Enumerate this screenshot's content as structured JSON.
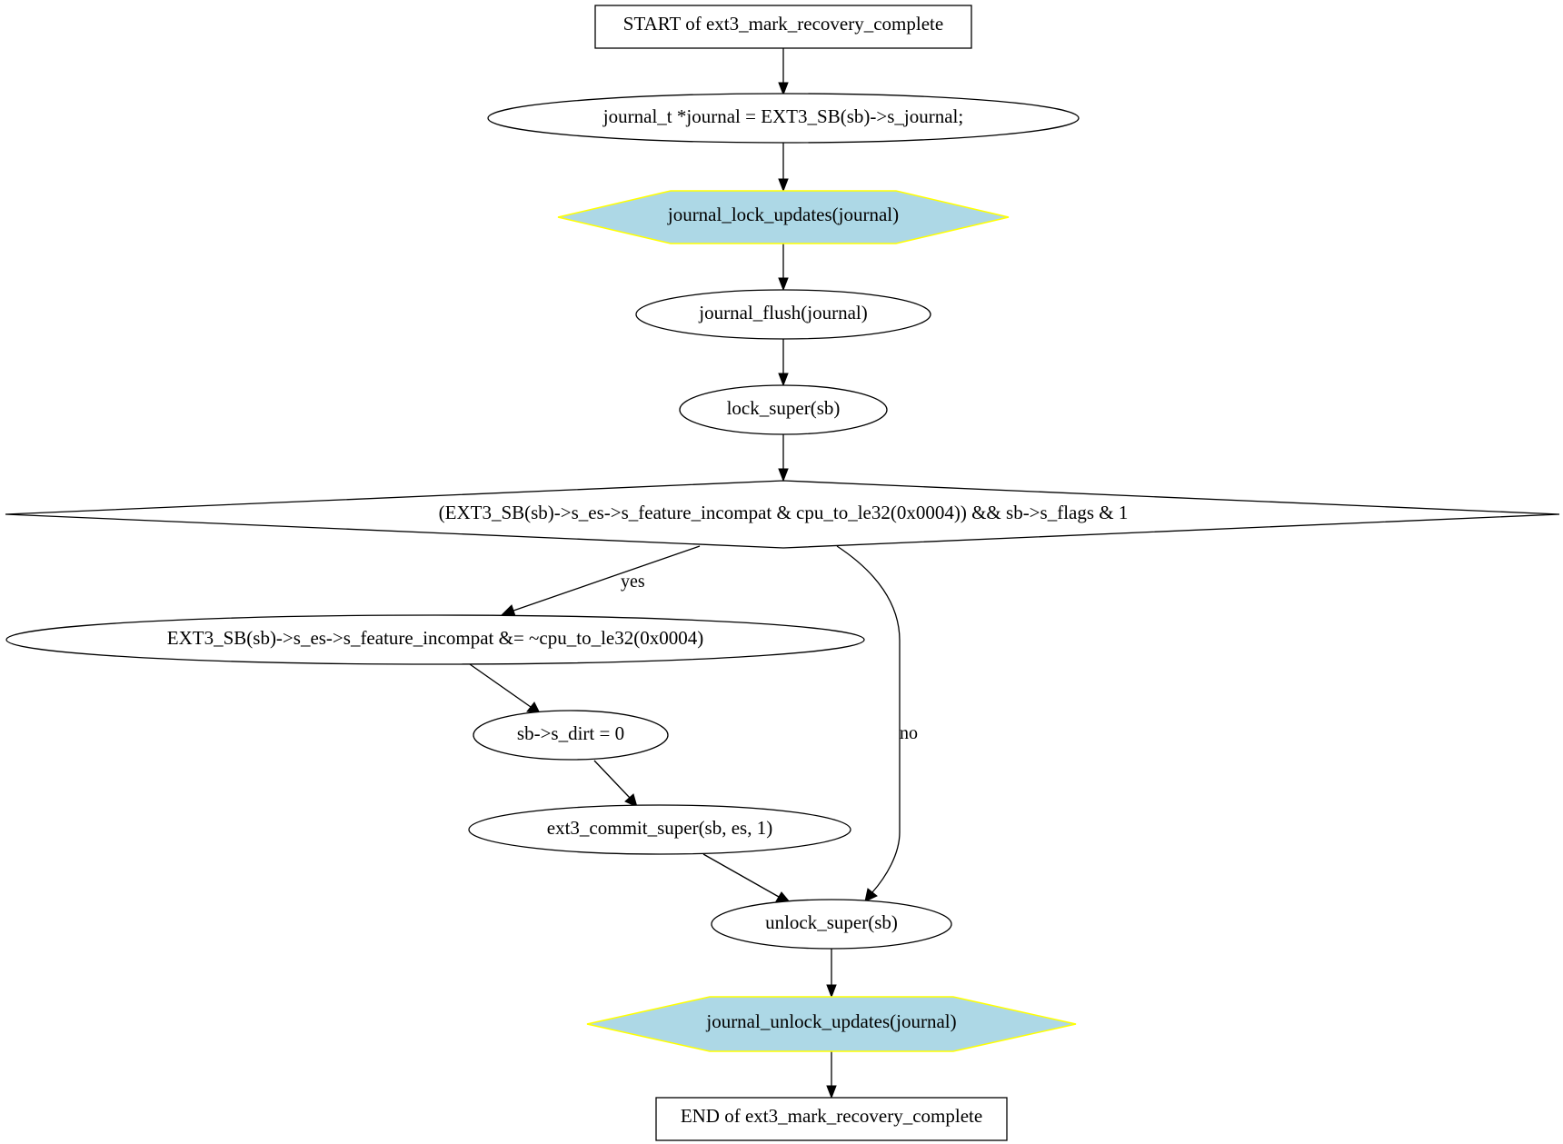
{
  "diagram": {
    "nodes": {
      "start": {
        "label": "START of ext3_mark_recovery_complete",
        "shape": "box"
      },
      "journal_decl": {
        "label": "journal_t *journal = EXT3_SB(sb)->s_journal;",
        "shape": "ellipse"
      },
      "lock_updates": {
        "label": "journal_lock_updates(journal)",
        "shape": "hexagon"
      },
      "flush": {
        "label": "journal_flush(journal)",
        "shape": "ellipse"
      },
      "lock_super": {
        "label": "lock_super(sb)",
        "shape": "ellipse"
      },
      "condition": {
        "label": "(EXT3_SB(sb)->s_es->s_feature_incompat & cpu_to_le32(0x0004)) && sb->s_flags & 1",
        "shape": "diamond"
      },
      "clear_feature": {
        "label": "EXT3_SB(sb)->s_es->s_feature_incompat &= ~cpu_to_le32(0x0004)",
        "shape": "ellipse"
      },
      "dirt": {
        "label": "sb->s_dirt = 0",
        "shape": "ellipse"
      },
      "commit": {
        "label": "ext3_commit_super(sb, es, 1)",
        "shape": "ellipse"
      },
      "unlock_super": {
        "label": "unlock_super(sb)",
        "shape": "ellipse"
      },
      "unlock_updates": {
        "label": "journal_unlock_updates(journal)",
        "shape": "hexagon"
      },
      "end": {
        "label": "END of ext3_mark_recovery_complete",
        "shape": "box"
      }
    },
    "edges": [
      {
        "from": "start",
        "to": "journal_decl",
        "label": ""
      },
      {
        "from": "journal_decl",
        "to": "lock_updates",
        "label": ""
      },
      {
        "from": "lock_updates",
        "to": "flush",
        "label": ""
      },
      {
        "from": "flush",
        "to": "lock_super",
        "label": ""
      },
      {
        "from": "lock_super",
        "to": "condition",
        "label": ""
      },
      {
        "from": "condition",
        "to": "clear_feature",
        "label": "yes"
      },
      {
        "from": "condition",
        "to": "unlock_super",
        "label": "no"
      },
      {
        "from": "clear_feature",
        "to": "dirt",
        "label": ""
      },
      {
        "from": "dirt",
        "to": "commit",
        "label": ""
      },
      {
        "from": "commit",
        "to": "unlock_super",
        "label": ""
      },
      {
        "from": "unlock_super",
        "to": "unlock_updates",
        "label": ""
      },
      {
        "from": "unlock_updates",
        "to": "end",
        "label": ""
      }
    ],
    "colors": {
      "lock_fill": "#add8e6",
      "lock_stroke": "#ffff00",
      "line": "#000000",
      "background": "#ffffff"
    }
  }
}
